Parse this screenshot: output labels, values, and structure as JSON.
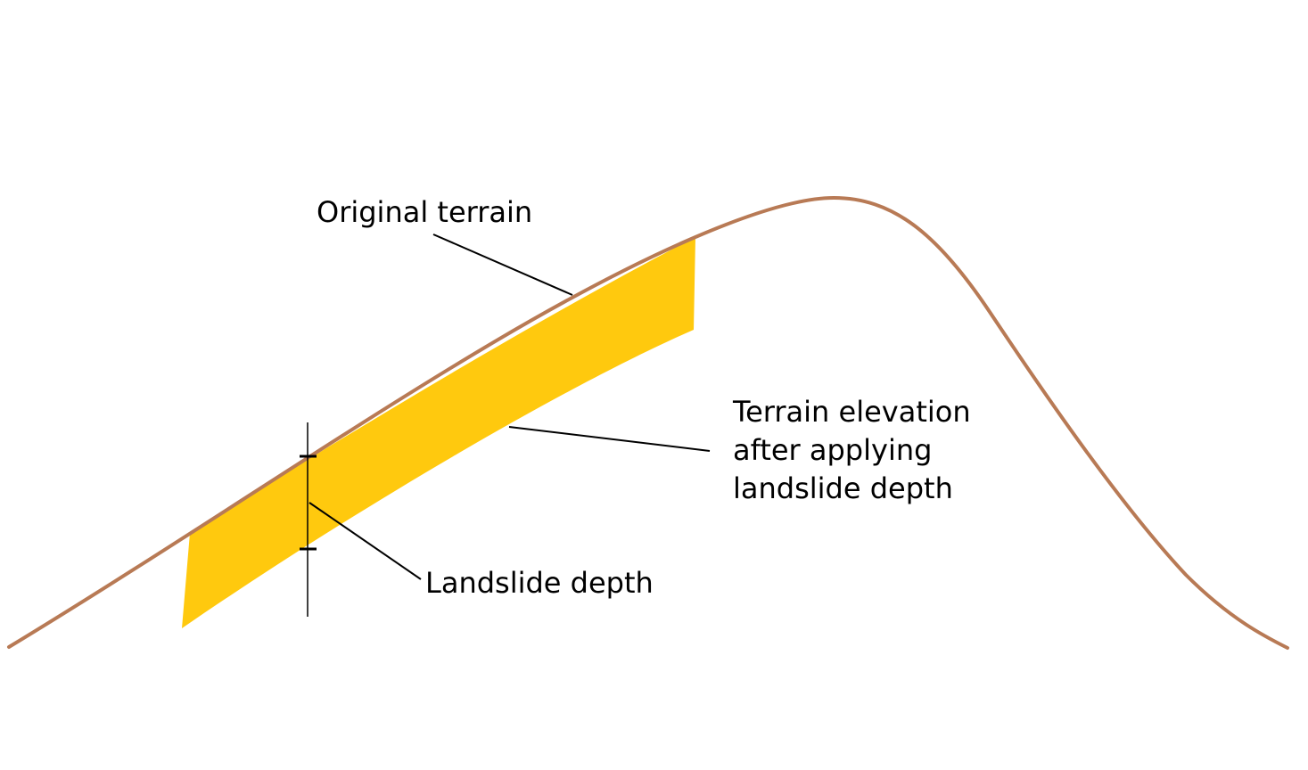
{
  "labels": {
    "original_terrain": "Original terrain",
    "terrain_after_line1": "Terrain elevation",
    "terrain_after_line2": "after applying",
    "terrain_after_line3": "landslide depth",
    "landslide_depth": "Landslide depth"
  },
  "colors": {
    "terrain": "#b87a55",
    "landslide": "#ffc90e",
    "leader": "#000000",
    "background": "#ffffff"
  }
}
